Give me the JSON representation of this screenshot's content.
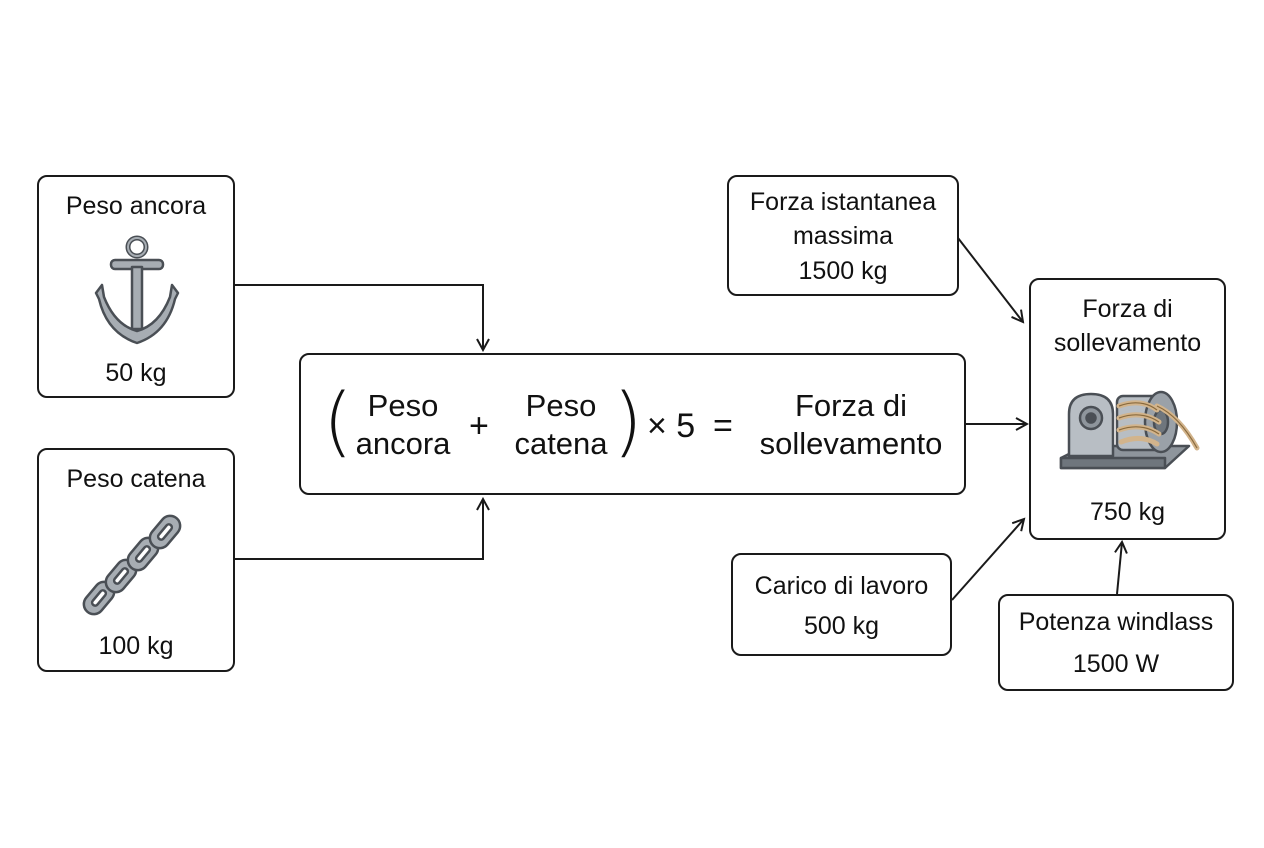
{
  "anchor_box": {
    "title": "Peso ancora",
    "value": "50 kg",
    "icon": "anchor-icon"
  },
  "chain_box": {
    "title": "Peso catena",
    "value": "100 kg",
    "icon": "chain-icon"
  },
  "formula": {
    "term1": [
      "Peso",
      "ancora"
    ],
    "plus": "+",
    "term2": [
      "Peso",
      "catena"
    ],
    "multiplier": "× 5",
    "equals": "=",
    "result": [
      "Forza di",
      "sollevamento"
    ]
  },
  "peak_box": {
    "lines": [
      "Forza istantanea",
      "massima",
      "1500 kg"
    ]
  },
  "work_box": {
    "lines": [
      "Carico di lavoro",
      "500 kg"
    ]
  },
  "lift_box": {
    "title": [
      "Forza di",
      "sollevamento"
    ],
    "value": "750 kg",
    "icon": "windlass-icon"
  },
  "power_box": {
    "lines": [
      "Potenza windlass",
      "1500 W"
    ]
  },
  "colors": {
    "line": "#1a1a1a",
    "metal": "#a7adb3",
    "metal_dark": "#4a4f55",
    "rope": "#d2b48c"
  }
}
